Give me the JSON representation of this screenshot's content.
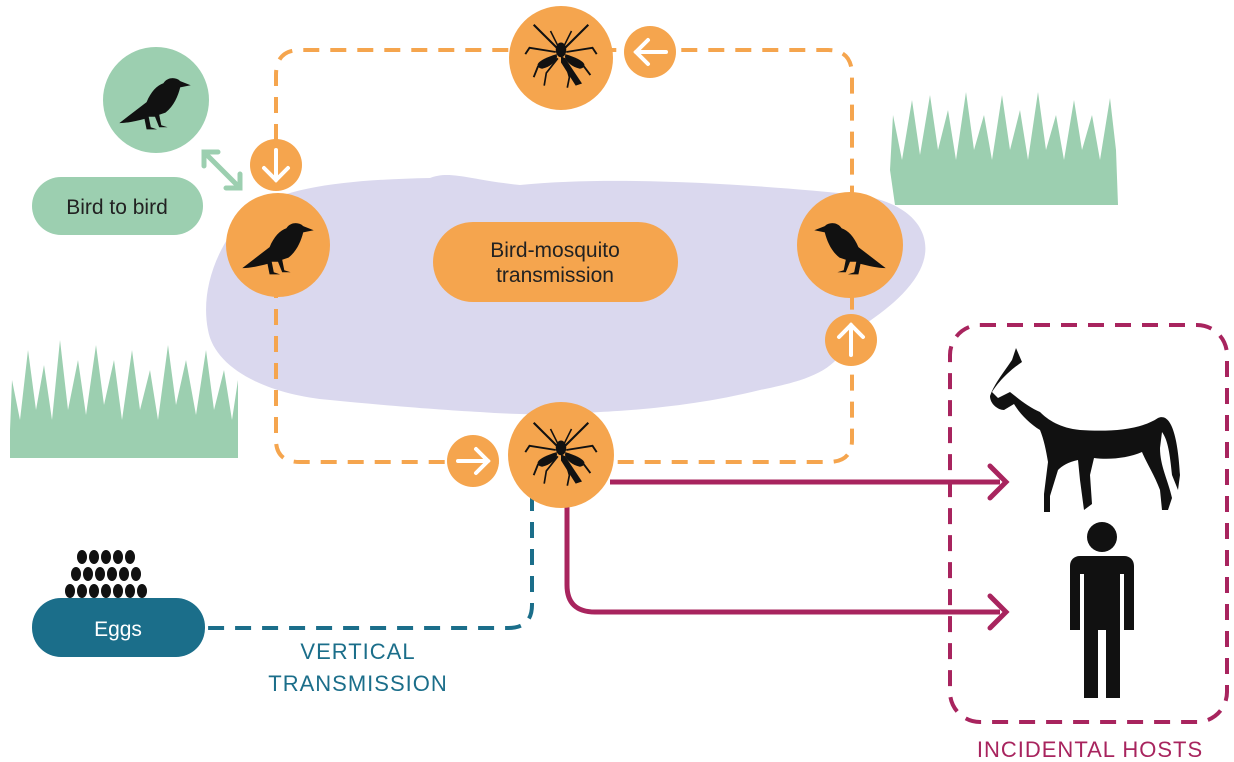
{
  "labels": {
    "bird_to_bird": "Bird to bird",
    "bird_mosquito_line1": "Bird-mosquito",
    "bird_mosquito_line2": "transmission",
    "eggs": "Eggs",
    "vertical_line1": "VERTICAL",
    "vertical_line2": "TRANSMISSION",
    "incidental_hosts": "INCIDENTAL HOSTS"
  },
  "colors": {
    "orange": "#F5A54E",
    "green": "#9CCFB0",
    "lavender": "#DAD8EE",
    "teal": "#1B6E8A",
    "magenta": "#A8245E",
    "black": "#111111"
  },
  "icons": {
    "bird": "bird-icon",
    "mosquito": "mosquito-icon",
    "horse": "horse-icon",
    "person": "person-icon",
    "eggs": "eggs-icon",
    "grass": "grass-icon"
  }
}
